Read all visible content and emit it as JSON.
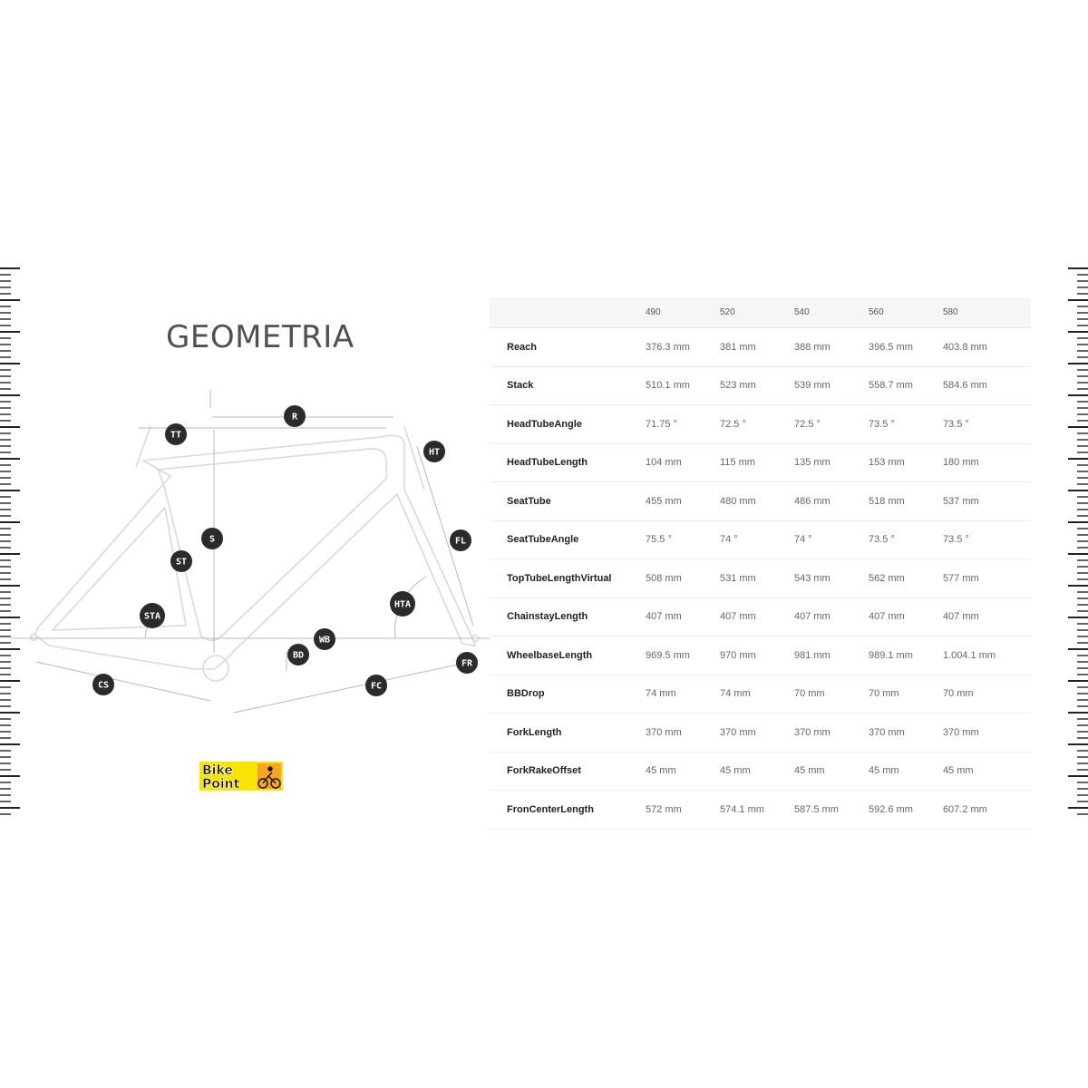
{
  "title": "GEOMETRIA",
  "diagram_labels": {
    "TT": "TT",
    "R": "R",
    "HT": "HT",
    "S": "S",
    "ST": "ST",
    "FL": "FL",
    "STA": "STA",
    "HTA": "HTA",
    "WB": "WB",
    "BD": "BD",
    "FR": "FR",
    "CS": "CS",
    "FC": "FC"
  },
  "logo": {
    "line1": "Bike",
    "line2": "Point"
  },
  "table": {
    "sizes": [
      "490",
      "520",
      "540",
      "560",
      "580"
    ],
    "rows": [
      {
        "label": "Reach",
        "values": [
          "376.3 mm",
          "381 mm",
          "388 mm",
          "396.5 mm",
          "403.8 mm"
        ]
      },
      {
        "label": "Stack",
        "values": [
          "510.1 mm",
          "523 mm",
          "539 mm",
          "558.7 mm",
          "584.6 mm"
        ]
      },
      {
        "label": "HeadTubeAngle",
        "values": [
          "71.75 °",
          "72.5 °",
          "72.5 °",
          "73.5 °",
          "73.5 °"
        ]
      },
      {
        "label": "HeadTubeLength",
        "values": [
          "104 mm",
          "115 mm",
          "135 mm",
          "153 mm",
          "180 mm"
        ]
      },
      {
        "label": "SeatTube",
        "values": [
          "455 mm",
          "480 mm",
          "486 mm",
          "518 mm",
          "537 mm"
        ]
      },
      {
        "label": "SeatTubeAngle",
        "values": [
          "75.5 °",
          "74 °",
          "74 °",
          "73.5 °",
          "73.5 °"
        ]
      },
      {
        "label": "TopTubeLengthVirtual",
        "values": [
          "508 mm",
          "531 mm",
          "543 mm",
          "562 mm",
          "577 mm"
        ]
      },
      {
        "label": "ChainstayLength",
        "values": [
          "407 mm",
          "407 mm",
          "407 mm",
          "407 mm",
          "407 mm"
        ]
      },
      {
        "label": "WheelbaseLength",
        "values": [
          "969.5 mm",
          "970 mm",
          "981 mm",
          "989.1 mm",
          "1.004.1 mm"
        ]
      },
      {
        "label": "BBDrop",
        "values": [
          "74 mm",
          "74 mm",
          "70 mm",
          "70 mm",
          "70 mm"
        ]
      },
      {
        "label": "ForkLength",
        "values": [
          "370 mm",
          "370 mm",
          "370 mm",
          "370 mm",
          "370 mm"
        ]
      },
      {
        "label": "ForkRakeOffset",
        "values": [
          "45 mm",
          "45 mm",
          "45 mm",
          "45 mm",
          "45 mm"
        ]
      },
      {
        "label": "FronCenterLength",
        "values": [
          "572 mm",
          "574.1 mm",
          "587.5 mm",
          "592.6 mm",
          "607.2 mm"
        ]
      }
    ]
  },
  "colors": {
    "badge": "#2b2b2b",
    "frame_line": "#d8d8d8",
    "dim_line": "#b0b0b0",
    "title": "#505050",
    "header_bg": "#f5f6f8",
    "logo_bg": "#f7e400",
    "logo_orange": "#f5a623"
  }
}
